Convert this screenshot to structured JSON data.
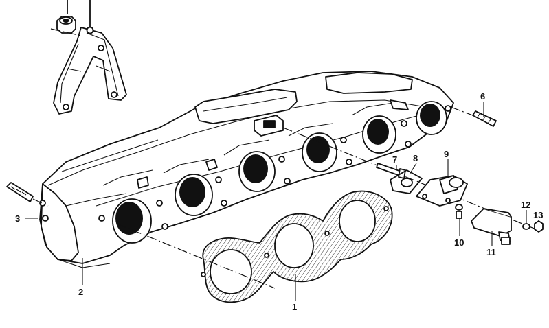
{
  "callouts": [
    {
      "id": "p1",
      "label": "1"
    },
    {
      "id": "p2",
      "label": "2"
    },
    {
      "id": "p3",
      "label": "3"
    },
    {
      "id": "p6",
      "label": "6"
    },
    {
      "id": "p7",
      "label": "7"
    },
    {
      "id": "p8",
      "label": "8"
    },
    {
      "id": "p9",
      "label": "9"
    },
    {
      "id": "p10",
      "label": "10"
    },
    {
      "id": "p11",
      "label": "11"
    },
    {
      "id": "p12",
      "label": "12"
    },
    {
      "id": "p13",
      "label": "13"
    }
  ]
}
